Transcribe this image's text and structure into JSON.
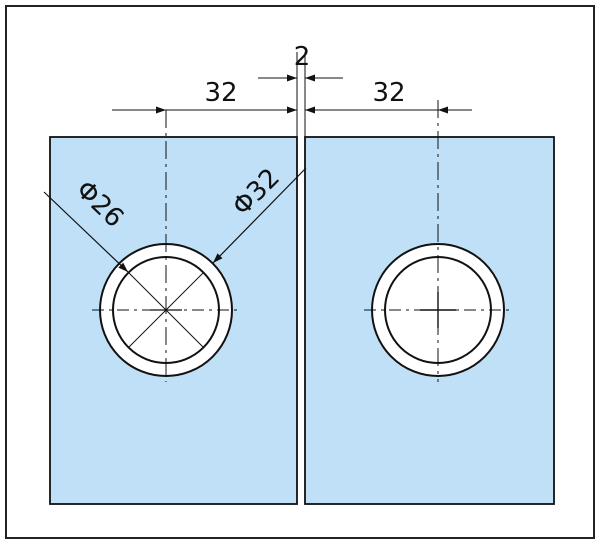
{
  "dimensions": {
    "left_offset": "32",
    "gap": "2",
    "right_offset": "32",
    "inner_diameter": "Φ26",
    "outer_diameter": "Φ32"
  },
  "colors": {
    "panel_fill": "#bfe0f6",
    "stroke": "#111111",
    "frame": "#222222",
    "background": "#ffffff"
  }
}
